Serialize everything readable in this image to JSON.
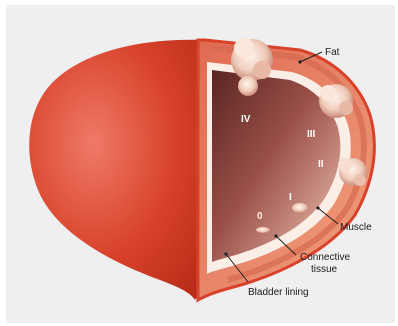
{
  "labels": {
    "fat": "Fat",
    "muscle": "Muscle",
    "connective_tissue": [
      "Connective",
      "tissue"
    ],
    "bladder_lining": "Bladder lining"
  },
  "stages": [
    "0",
    "I",
    "II",
    "III",
    "IV"
  ],
  "colors": {
    "background": "#efeff0",
    "outer_wall": "#d8422a",
    "wall_band": "#f2b08c",
    "lining": "#fbeee6",
    "cavity_dark": "#6b2f2a",
    "cavity_light": "#f3c3b3",
    "tumor": "#f3d7c8",
    "leader_line": "#222222"
  }
}
